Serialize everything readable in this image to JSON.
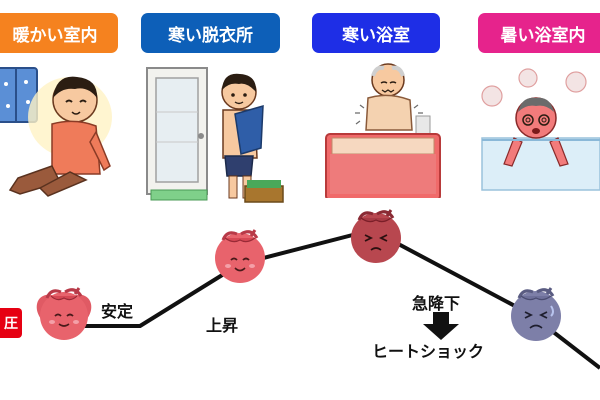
{
  "scenes": [
    {
      "label": "暖かい室内",
      "color": "#f5821f"
    },
    {
      "label": "寒い脱衣所",
      "color": "#0d5fb8"
    },
    {
      "label": "寒い浴室",
      "color": "#1e2ee6"
    },
    {
      "label": "暑い浴室内",
      "color": "#e6238c"
    }
  ],
  "pressure_label": "圧",
  "phases": {
    "stable": "安定",
    "rise": "上昇",
    "drop": "急降下",
    "result": "ヒートショック"
  },
  "icons": [
    "heart-calm-icon",
    "heart-happy-icon",
    "heart-stressed-icon",
    "heart-distressed-icon",
    "down-arrow-icon"
  ]
}
